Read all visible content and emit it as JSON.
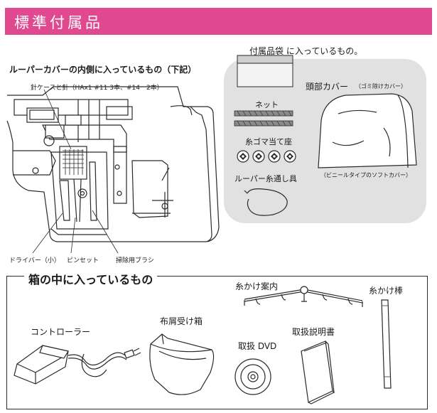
{
  "page": {
    "title": "標準付属品"
  },
  "looper_cover": {
    "heading": "ルーパーカバーの内側に入っているもの（下記）",
    "needle_case_label": "針ケースと針（HAx1 #11 3本、#14　2本）",
    "screwdriver_label": "ドライバー（小）",
    "tweezers_label": "ピンセット",
    "brush_label": "掃除用ブラシ"
  },
  "accessory_bag": {
    "heading": "付属品袋 に入っているもの。",
    "net_label": "ネット",
    "spool_cap_label": "糸ゴマ当て座",
    "threader_label": "ルーパー糸通し具",
    "head_cover_label": "頭部カバー",
    "head_cover_note": "（ゴミ除けカバー）",
    "head_cover_type": "（ビニールタイプのソフトカバー）"
  },
  "box_contents": {
    "heading": "箱の中に入っているもの",
    "controller_label": "コントローラー",
    "scrap_box_label": "布屑受け箱",
    "dvd_label": "取扱 DVD",
    "manual_label": "取扱説明書",
    "thread_guide_label": "糸かけ案内",
    "thread_rod_label": "糸かけ棒"
  },
  "colors": {
    "banner": "#e0488f",
    "panel": "#e1e1e1"
  },
  "icons": [
    "machine-illustration",
    "bag-icon",
    "net-icon",
    "spool-cap-icon",
    "threader-icon",
    "head-cover-icon",
    "foot-controller-icon",
    "scrap-box-icon",
    "dvd-icon",
    "manual-icon",
    "thread-guide-icon",
    "thread-rod-icon"
  ]
}
